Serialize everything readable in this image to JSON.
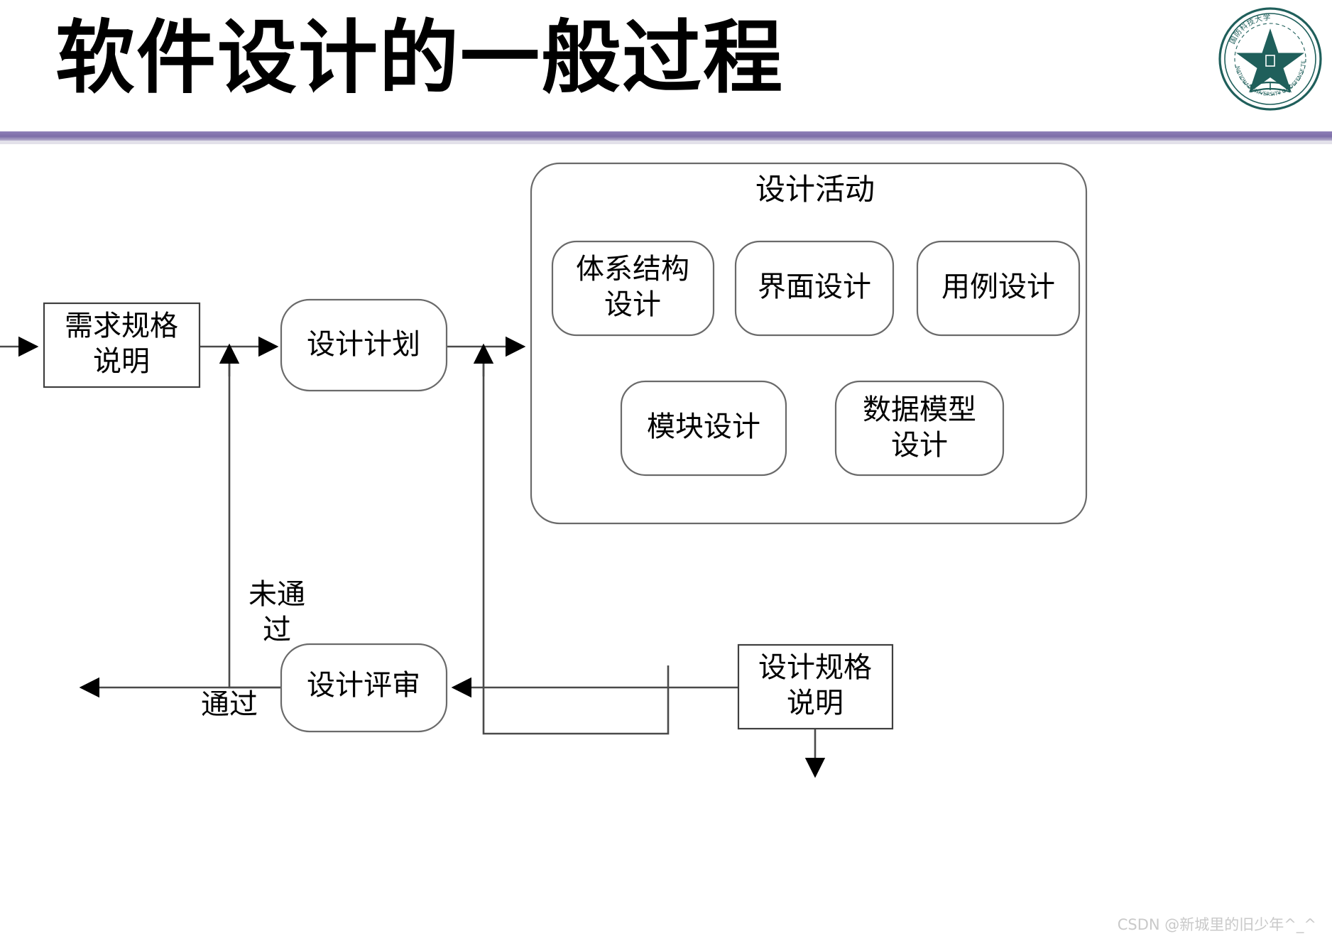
{
  "header": {
    "title": "软件设计的一般过程",
    "divider_color": "#7d6ea8",
    "logo_name": "national-university-of-defense-technology-seal",
    "logo_color": "#1f5f5b"
  },
  "diagram": {
    "type": "flowchart",
    "nodes": [
      {
        "id": "req-spec",
        "label": "需求规格\n说明",
        "shape": "rectangle",
        "lines": [
          "需求规格",
          "说明"
        ]
      },
      {
        "id": "design-plan",
        "label": "设计计划",
        "shape": "rounded",
        "lines": [
          "设计计划"
        ]
      },
      {
        "id": "design-review",
        "label": "设计评审",
        "shape": "rounded",
        "lines": [
          "设计评审"
        ]
      },
      {
        "id": "design-spec",
        "label": "设计规格\n说明",
        "shape": "rectangle",
        "lines": [
          "设计规格",
          "说明"
        ]
      }
    ],
    "group": {
      "id": "design-activities",
      "title": "设计活动",
      "items": [
        {
          "id": "architecture-design",
          "lines": [
            "体系结构",
            "设计"
          ]
        },
        {
          "id": "interface-design",
          "lines": [
            "界面设计"
          ]
        },
        {
          "id": "usecase-design",
          "lines": [
            "用例设计"
          ]
        },
        {
          "id": "module-design",
          "lines": [
            "模块设计"
          ]
        },
        {
          "id": "data-model-design",
          "lines": [
            "数据模型",
            "设计"
          ]
        }
      ]
    },
    "edge_labels": [
      {
        "id": "fail-label",
        "lines": [
          "未通",
          "过"
        ],
        "text": "未通过"
      },
      {
        "id": "pass-label",
        "lines": [
          "通过"
        ],
        "text": "通过"
      }
    ]
  },
  "watermark": {
    "text": "CSDN @新城里的旧少年^_^"
  }
}
